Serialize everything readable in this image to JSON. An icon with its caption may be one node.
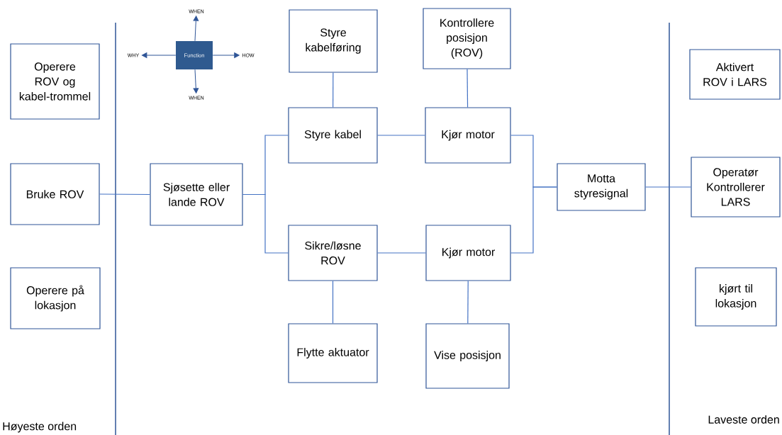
{
  "diagram": {
    "nodes": [
      {
        "text": [
          "Operere ROV og kabel-trommel"
        ]
      },
      {
        "text": [
          "Bruke ROV"
        ]
      },
      {
        "text": [
          "Operere på lokasjon"
        ]
      },
      {
        "text": [
          "Function"
        ]
      },
      {
        "text": [
          "WHEN"
        ]
      },
      {
        "text": [
          "WHY"
        ]
      },
      {
        "text": [
          "HOW"
        ]
      },
      {
        "text": [
          "WHEN"
        ]
      },
      {
        "text": [
          "Styre kabelføring"
        ]
      },
      {
        "text": [
          "Kontrollere posisjon (ROV)"
        ]
      },
      {
        "text": [
          "Sjøsette eller lande ROV"
        ]
      },
      {
        "text": [
          "Styre kabel"
        ]
      },
      {
        "text": [
          "Kjør motor"
        ]
      },
      {
        "text": [
          "Motta styresignal"
        ]
      },
      {
        "text": [
          "Sikre/løsne ROV"
        ]
      },
      {
        "text": [
          "Kjør motor"
        ]
      },
      {
        "text": [
          "Flytte aktuator"
        ]
      },
      {
        "text": [
          "Vise posisjon"
        ]
      },
      {
        "text": [
          "Aktivert ROV i LARS"
        ]
      },
      {
        "text": [
          "Operatør Kontrollerer LARS"
        ]
      },
      {
        "text": [
          "kjørt til lokasjon"
        ]
      }
    ],
    "edges": [
      {
        "from": 3,
        "to": 4,
        "arrow": "to"
      },
      {
        "from": 3,
        "to": 5,
        "arrow": "to"
      },
      {
        "from": 3,
        "to": 6,
        "arrow": "to"
      },
      {
        "from": 3,
        "to": 7,
        "arrow": "to"
      },
      {
        "from": 1,
        "to": 10,
        "arrow": "none"
      },
      {
        "from": 10,
        "to": 11,
        "arrow": "none"
      },
      {
        "from": 10,
        "to": 14,
        "arrow": "none"
      },
      {
        "from": 8,
        "to": 11,
        "arrow": "none"
      },
      {
        "from": 9,
        "to": 12,
        "arrow": "none"
      },
      {
        "from": 11,
        "to": 12,
        "arrow": "none"
      },
      {
        "from": 14,
        "to": 15,
        "arrow": "none"
      },
      {
        "from": 14,
        "to": 16,
        "arrow": "none"
      },
      {
        "from": 15,
        "to": 17,
        "arrow": "none"
      },
      {
        "from": 12,
        "to": 13,
        "arrow": "none"
      },
      {
        "from": 15,
        "to": 13,
        "arrow": "none"
      },
      {
        "from": 13,
        "to": 19,
        "arrow": "none"
      }
    ],
    "labels": [
      "Høyeste orden",
      "Laveste orden"
    ]
  }
}
